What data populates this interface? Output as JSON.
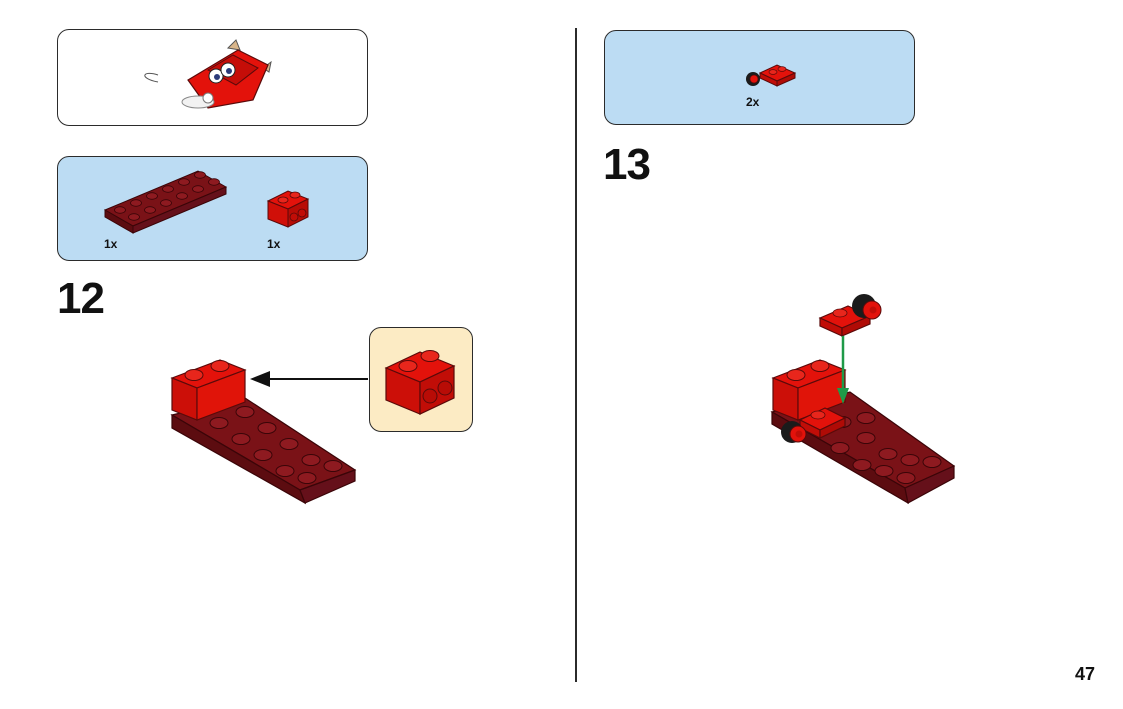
{
  "step_12": {
    "number": "12",
    "parts": [
      {
        "qty": "1x",
        "part": "dark red plate 2x6"
      },
      {
        "qty": "1x",
        "part": "red brick 1x2 with studs on side"
      }
    ]
  },
  "step_13": {
    "number": "13",
    "parts": [
      {
        "qty": "2x",
        "part": "red plate with wheel"
      }
    ]
  },
  "page_number": "47",
  "colors": {
    "red": "#e3120b",
    "dark_red": "#7a1217",
    "parts_panel": "#bcdcf3",
    "callout_panel": "#fcebc4",
    "insert_arrow": "#1f9a48"
  }
}
